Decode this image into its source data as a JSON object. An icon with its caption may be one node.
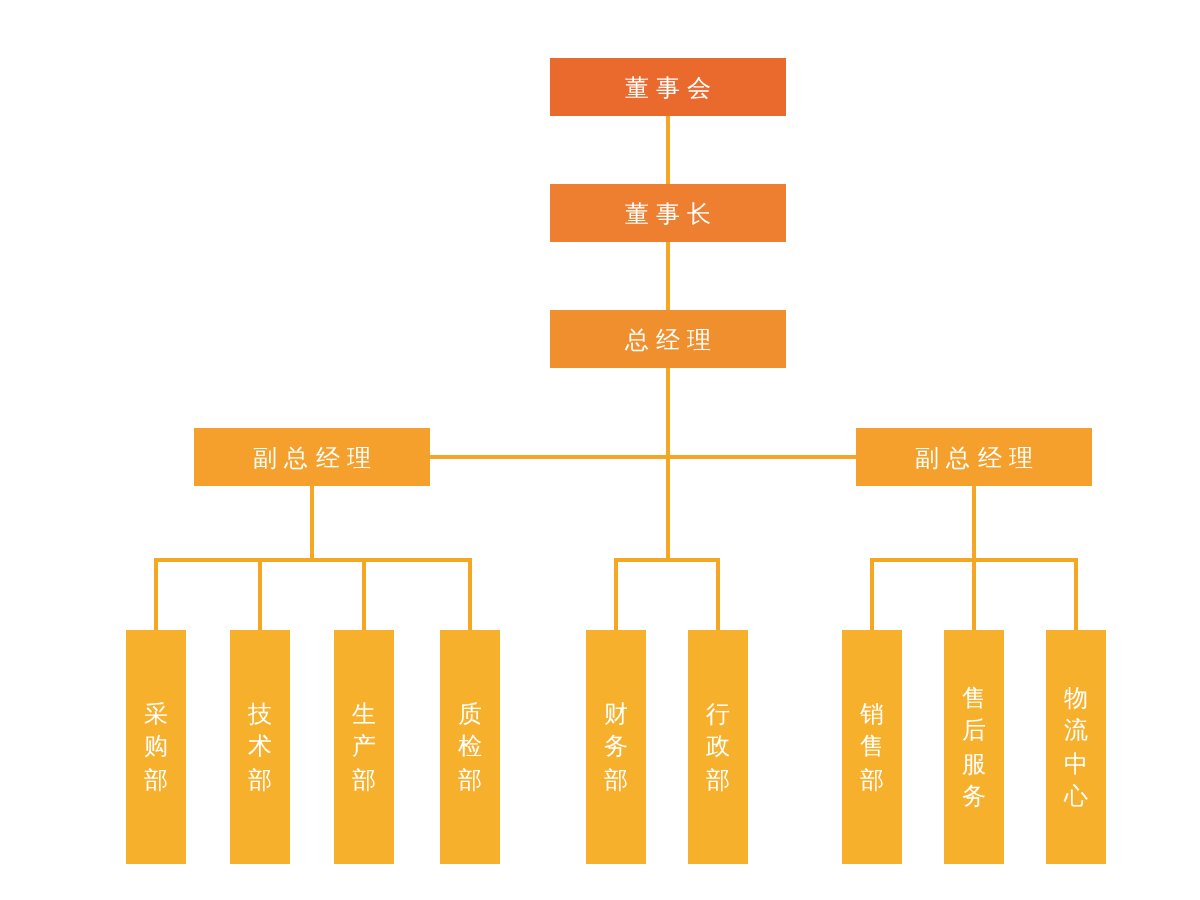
{
  "diagram": {
    "nodes": [
      {
        "text": [
          "董事会"
        ]
      },
      {
        "text": [
          "董事长"
        ]
      },
      {
        "text": [
          "总经理"
        ]
      },
      {
        "text": [
          "副总经理"
        ]
      },
      {
        "text": [
          "副总经理"
        ]
      },
      {
        "text": [
          "采购部"
        ]
      },
      {
        "text": [
          "技术部"
        ]
      },
      {
        "text": [
          "生产部"
        ]
      },
      {
        "text": [
          "质检部"
        ]
      },
      {
        "text": [
          "财务部"
        ]
      },
      {
        "text": [
          "行政部"
        ]
      },
      {
        "text": [
          "销售部"
        ]
      },
      {
        "text": [
          "售后服务"
        ]
      },
      {
        "text": [
          "物流中心"
        ]
      }
    ],
    "edges": [
      {
        "from": 0,
        "to": 1,
        "arrow": "none"
      },
      {
        "from": 1,
        "to": 2,
        "arrow": "none"
      },
      {
        "from": 2,
        "to": 3,
        "arrow": "none"
      },
      {
        "from": 2,
        "to": 4,
        "arrow": "none"
      },
      {
        "from": 2,
        "to": 9,
        "arrow": "none"
      },
      {
        "from": 2,
        "to": 10,
        "arrow": "none"
      },
      {
        "from": 3,
        "to": 5,
        "arrow": "none"
      },
      {
        "from": 3,
        "to": 6,
        "arrow": "none"
      },
      {
        "from": 3,
        "to": 7,
        "arrow": "none"
      },
      {
        "from": 3,
        "to": 8,
        "arrow": "none"
      },
      {
        "from": 4,
        "to": 11,
        "arrow": "none"
      },
      {
        "from": 4,
        "to": 12,
        "arrow": "none"
      },
      {
        "from": 4,
        "to": 13,
        "arrow": "none"
      }
    ]
  }
}
